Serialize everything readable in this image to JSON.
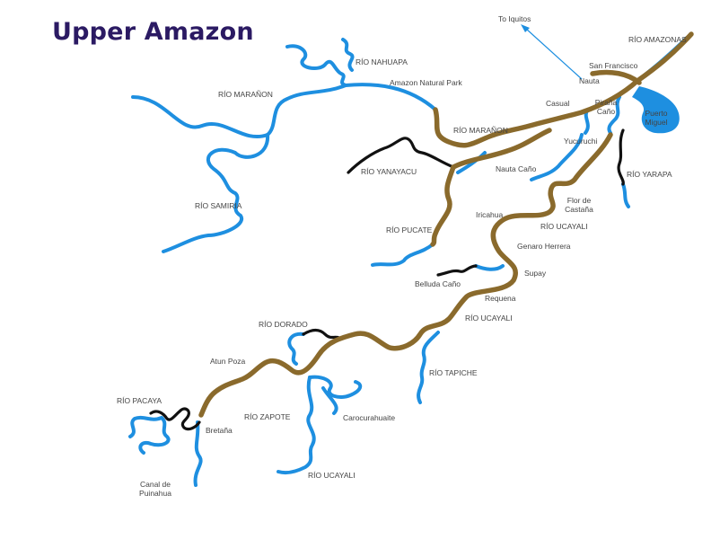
{
  "title": "Upper Amazon",
  "colors": {
    "main_river": "#8a6a2c",
    "tributary": "#1e8fe0",
    "blackwater": "#111111",
    "title": "#2b1a63"
  },
  "labels": {
    "to_iquitos": "To Iquitos",
    "rio_amazonas": "RÍO AMAZONAS",
    "san_francisco": "San Francisco",
    "nauta": "Nauta",
    "rio_nahuapa": "RÍO NAHUAPA",
    "rio_maranon_w": "RÍO MARAÑON",
    "amazon_natural_park": "Amazon Natural Park",
    "casual": "Casual",
    "pirana_cano": "Piraña Caño",
    "puerto_miguel": "Puerto Miguel",
    "rio_maranon_c": "RÍO MARAÑON",
    "yucuruchi": "Yucuruchi",
    "rio_yanayacu": "RÍO YANAYACU",
    "nauta_cano": "Nauta Caño",
    "rio_yarapa": "RÍO YARAPA",
    "rio_samiria": "RÍO SAMIRIA",
    "flor_de_castana": "Flor de Castaña",
    "iricahua": "Iricahua",
    "rio_ucayali_1": "RÍO UCAYALI",
    "rio_pucate": "RÍO PUCATE",
    "genaro_herrera": "Genaro Herrera",
    "supay": "Supay",
    "belluda_cano": "Belluda Caño",
    "requena": "Requena",
    "rio_ucayali_2": "RÍO UCAYALI",
    "rio_dorado": "RÍO DORADO",
    "atun_poza": "Atun Poza",
    "rio_tapiche": "RÍO TAPICHE",
    "rio_pacaya": "RÍO PACAYA",
    "rio_zapote": "RÍO ZAPOTE",
    "carocurahuaite": "Carocurahuaite",
    "bretana": "Bretaña",
    "rio_ucayali_3": "RÍO UCAYALI",
    "canal_de_puinahua": "Canal de Puinahua"
  }
}
